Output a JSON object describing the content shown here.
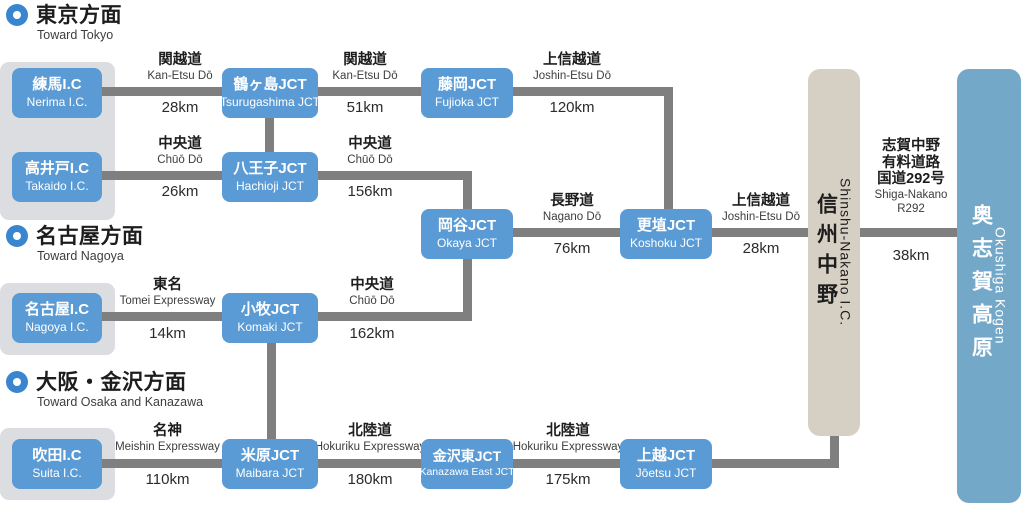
{
  "directions": [
    {
      "id": "tokyo",
      "jp": "東京方面",
      "en": "Toward Tokyo"
    },
    {
      "id": "nagoya",
      "jp": "名古屋方面",
      "en": "Toward Nagoya"
    },
    {
      "id": "osaka",
      "jp": "大阪・金沢方面",
      "en": "Toward Osaka and Kanazawa"
    }
  ],
  "nodes": {
    "nerima": {
      "jp": "練馬I.C",
      "en": "Nerima I.C."
    },
    "takaido": {
      "jp": "高井戸I.C",
      "en": "Takaido I.C."
    },
    "nagoya": {
      "jp": "名古屋I.C",
      "en": "Nagoya I.C."
    },
    "suita": {
      "jp": "吹田I.C",
      "en": "Suita I.C."
    },
    "tsurugashima": {
      "jp": "鶴ヶ島JCT",
      "en": "Tsurugashima JCT"
    },
    "hachioji": {
      "jp": "八王子JCT",
      "en": "Hachioji JCT"
    },
    "fujioka": {
      "jp": "藤岡JCT",
      "en": "Fujioka JCT"
    },
    "okaya": {
      "jp": "岡谷JCT",
      "en": "Okaya JCT"
    },
    "koshoku": {
      "jp": "更埴JCT",
      "en": "Koshoku JCT"
    },
    "komaki": {
      "jp": "小牧JCT",
      "en": "Komaki JCT"
    },
    "maibara": {
      "jp": "米原JCT",
      "en": "Maibara JCT"
    },
    "kanazawaeast": {
      "jp": "金沢東JCT",
      "en": "Kanazawa East JCT"
    },
    "joetsu": {
      "jp": "上越JCT",
      "en": "Jōetsu JCT"
    }
  },
  "segments": {
    "nerima_tsurugashima": {
      "rd_jp": "関越道",
      "rd_en": "Kan-Etsu Dō",
      "dist": "28km"
    },
    "takaido_hachioji": {
      "rd_jp": "中央道",
      "rd_en": "Chūō Dō",
      "dist": "26km"
    },
    "tsurugashima_fujioka": {
      "rd_jp": "関越道",
      "rd_en": "Kan-Etsu Dō",
      "dist": "51km"
    },
    "hachioji_okaya": {
      "rd_jp": "中央道",
      "rd_en": "Chūō Dō",
      "dist": "156km"
    },
    "fujioka_koshoku": {
      "rd_jp": "上信越道",
      "rd_en": "Joshin-Etsu Dō",
      "dist": "120km"
    },
    "okaya_koshoku": {
      "rd_jp": "長野道",
      "rd_en": "Nagano Dō",
      "dist": "76km"
    },
    "koshoku_nakano": {
      "rd_jp": "上信越道",
      "rd_en": "Joshin-Etsu Dō",
      "dist": "28km"
    },
    "nagoya_komaki": {
      "rd_jp": "東名",
      "rd_en": "Tomei Expressway",
      "dist": "14km"
    },
    "komaki_okaya": {
      "rd_jp": "中央道",
      "rd_en": "Chūō Dō",
      "dist": "162km"
    },
    "suita_maibara": {
      "rd_jp": "名神",
      "rd_en": "Meishin Expressway",
      "dist": "110km"
    },
    "maibara_kanazawaeast": {
      "rd_jp": "北陸道",
      "rd_en": "Hokuriku Expressway",
      "dist": "180km"
    },
    "kanazawaeast_joetsu": {
      "rd_jp": "北陸道",
      "rd_en": "Hokuriku Expressway",
      "dist": "175km"
    },
    "nakano_okushiga": {
      "rd_jp": "志賀中野\n有料道路\n国道292号",
      "rd_en": "Shiga-Nakano\nR292",
      "dist": "38km"
    }
  },
  "panels": {
    "shinshu_nakano": {
      "jp": "信州中野",
      "en": "Shinshu-Nakano I.C."
    },
    "okushiga": {
      "jp": "奥志賀高原",
      "en": "Okushiga Kogen"
    }
  },
  "colors": {
    "node_blue": "#5b9bd5",
    "panel_beige": "#d6d0c4",
    "panel_blue": "#74a8c8",
    "road_gray": "#7f7f7f",
    "origin_pad": "#dcdde1",
    "bullet_blue": "#3a85cf"
  }
}
